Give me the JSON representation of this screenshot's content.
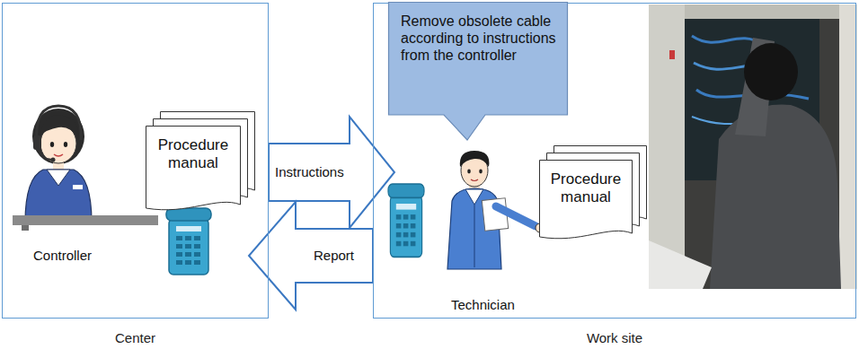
{
  "diagram": {
    "nodes": [
      {
        "text": [
          "Center"
        ]
      },
      {
        "text": [
          "Work site"
        ]
      },
      {
        "text": [
          "Procedure manual"
        ],
        "in": 0
      },
      {
        "text": [
          "Remove obsolete cable according to instructions from the controller"
        ],
        "in": 1
      },
      {
        "text": [
          "Procedure manual"
        ],
        "in": 1
      }
    ],
    "edges": [
      {
        "from": 0,
        "to": 1,
        "label": "Instructions",
        "arrow": "to"
      },
      {
        "from": 1,
        "to": 0,
        "label": "Report",
        "arrow": "to"
      }
    ],
    "labels": [
      "Controller",
      "Technician"
    ]
  }
}
